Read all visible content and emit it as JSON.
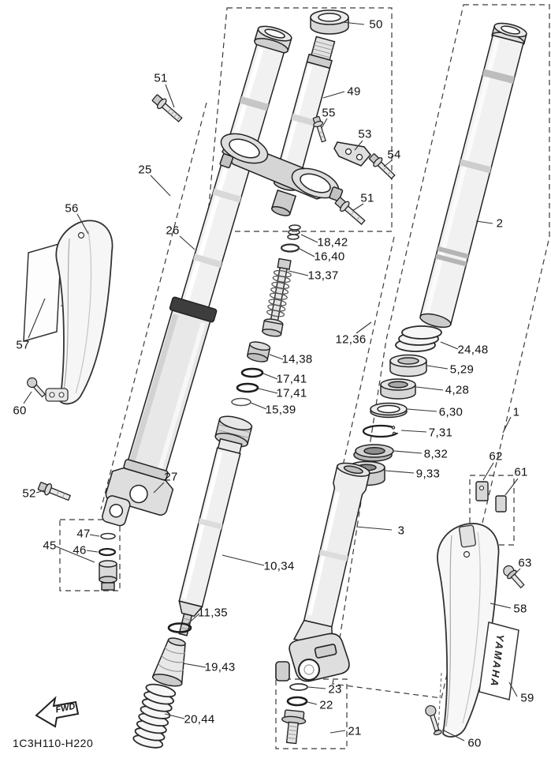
{
  "meta": {
    "part_code": "1C3H110-H220",
    "fwd_label": "FWD",
    "brand": "YAMAHA"
  },
  "labels": [
    {
      "text": "50"
    },
    {
      "text": "51"
    },
    {
      "text": "49"
    },
    {
      "text": "55"
    },
    {
      "text": "53"
    },
    {
      "text": "54"
    },
    {
      "text": "25"
    },
    {
      "text": "51"
    },
    {
      "text": "56"
    },
    {
      "text": "2"
    },
    {
      "text": "26"
    },
    {
      "text": "18,42"
    },
    {
      "text": "16,40"
    },
    {
      "text": "13,37"
    },
    {
      "text": "12,36"
    },
    {
      "text": "57"
    },
    {
      "text": "24,48"
    },
    {
      "text": "14,38"
    },
    {
      "text": "5,29"
    },
    {
      "text": "17,41"
    },
    {
      "text": "4,28"
    },
    {
      "text": "17,41"
    },
    {
      "text": "15,39"
    },
    {
      "text": "60"
    },
    {
      "text": "6,30"
    },
    {
      "text": "1"
    },
    {
      "text": "7,31"
    },
    {
      "text": "8,32"
    },
    {
      "text": "62"
    },
    {
      "text": "61"
    },
    {
      "text": "9,33"
    },
    {
      "text": "27"
    },
    {
      "text": "52"
    },
    {
      "text": "47"
    },
    {
      "text": "45"
    },
    {
      "text": "46"
    },
    {
      "text": "3"
    },
    {
      "text": "63"
    },
    {
      "text": "10,34"
    },
    {
      "text": "58"
    },
    {
      "text": "11,35"
    },
    {
      "text": "19,43"
    },
    {
      "text": "23"
    },
    {
      "text": "59"
    },
    {
      "text": "22"
    },
    {
      "text": "20,44"
    },
    {
      "text": "21"
    },
    {
      "text": "60"
    }
  ]
}
